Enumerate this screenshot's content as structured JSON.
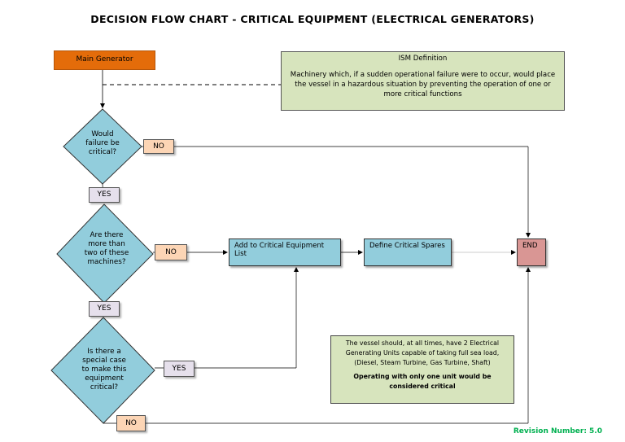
{
  "title": "DECISION FLOW CHART - CRITICAL EQUIPMENT (ELECTRICAL GENERATORS)",
  "start_box": "Main Generator",
  "ism": {
    "title": "ISM Definition",
    "text": "Machinery which, if a sudden operational failure were to occur, would place the vessel in a hazardous situation by preventing the operation of one or more critical functions"
  },
  "decisions": {
    "q1": "Would failure be critical?",
    "q2": "Are there more than two of these machines?",
    "q3": "Is there a special case to make this equipment critical?"
  },
  "answers": {
    "q1_no": "NO",
    "q1_yes": "YES",
    "q2_no": "NO",
    "q2_yes": "YES",
    "q3_yes": "YES",
    "q3_no": "NO"
  },
  "process": {
    "add_list": "Add to Critical Equipment List",
    "spares": "Define Critical Spares",
    "end": "END"
  },
  "note": {
    "text": "The vessel should, at all times, have 2 Electrical Generating Units capable of taking full sea load, (Diesel, Steam Turbine, Gas Turbine, Shaft)",
    "bold": "Operating with only one unit would be considered critical"
  },
  "revision": "Revision Number: 5.0",
  "colors": {
    "start": "#e46c0a",
    "definition": "#d7e4bd",
    "process": "#92cddc",
    "end": "#d99694",
    "no_tag": "#fcd5b5",
    "yes_tag": "#e6e0ec",
    "revision": "#00b050"
  }
}
